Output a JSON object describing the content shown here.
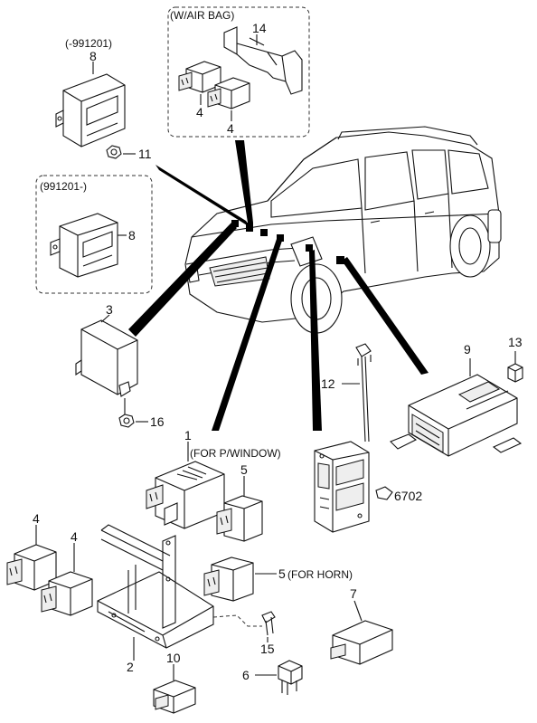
{
  "labels": {
    "p1": "1",
    "p2": "2",
    "p3": "3",
    "p4a": "4",
    "p4b": "4",
    "p4c": "4",
    "p4d": "4",
    "p5a": "5",
    "p5b": "5",
    "p6": "6",
    "p7": "7",
    "p8a": "8",
    "p8b": "8",
    "p9": "9",
    "p10": "10",
    "p11": "11",
    "p12": "12",
    "p13": "13",
    "p14": "14",
    "p15": "15",
    "p16": "16",
    "p6702": "6702"
  },
  "notes": {
    "airbag_box": "(W/AIR BAG)",
    "before_date": "(-991201)",
    "after_date": "(991201-)",
    "p_window": "(FOR P/WINDOW)",
    "horn": "(FOR HORN)"
  }
}
